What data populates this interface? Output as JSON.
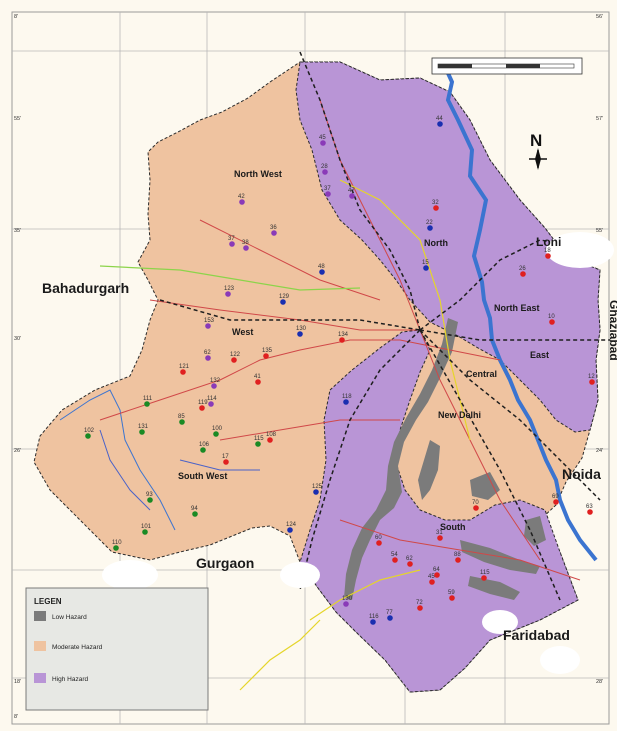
{
  "map": {
    "colors": {
      "background": "#fdf9ef",
      "moderate": "#efc3a0",
      "high": "#b995d6",
      "low": "#7b7b7b",
      "river": "#3b74d0",
      "road_red": "#d04848",
      "road_yellow": "#e5d52a",
      "road_blue": "#4a62c8",
      "road_green": "#8cd44a",
      "dot_red": "#e02020",
      "dot_blue": "#1a2fb0",
      "dot_purple": "#8a3ab8",
      "dot_green": "#1a8a24"
    },
    "places": {
      "north_west": "North West",
      "north": "North",
      "loni": "Loni",
      "bahadurgarh": "Bahadurgarh",
      "north_east": "North East",
      "ghaziabad": "Ghaziabad",
      "west": "West",
      "east": "East",
      "central": "Central",
      "new_delhi": "New Delhi",
      "south_west": "South West",
      "noida": "Noida",
      "south": "South",
      "gurgaon": "Gurgaon",
      "faridabad": "Faridabad"
    },
    "compass": {
      "label": "N",
      "icon": "compass-rose-icon"
    },
    "legend": {
      "title": "LEGEN",
      "items": [
        {
          "label": "Low Hazard",
          "color": "#7b7b7b"
        },
        {
          "label": "Moderate Hazard",
          "color": "#efc3a0"
        },
        {
          "label": "High Hazard",
          "color": "#b995d6"
        }
      ]
    },
    "coords_left": [
      "8'",
      "55'",
      "30'",
      "35'",
      "26'",
      "18'",
      "8'"
    ],
    "coords_right": [
      "56'",
      "57'",
      "55'",
      "24'",
      "28'"
    ],
    "points": [
      {
        "id": "44",
        "c": "blue"
      },
      {
        "id": "45",
        "c": "purple"
      },
      {
        "id": "28",
        "c": "purple"
      },
      {
        "id": "37",
        "c": "purple"
      },
      {
        "id": "47",
        "c": "purple"
      },
      {
        "id": "42",
        "c": "purple"
      },
      {
        "id": "32",
        "c": "red"
      },
      {
        "id": "22",
        "c": "blue"
      },
      {
        "id": "37",
        "c": "purple"
      },
      {
        "id": "38",
        "c": "purple"
      },
      {
        "id": "36",
        "c": "purple"
      },
      {
        "id": "48",
        "c": "blue"
      },
      {
        "id": "15",
        "c": "blue"
      },
      {
        "id": "26",
        "c": "red"
      },
      {
        "id": "18",
        "c": "red"
      },
      {
        "id": "123",
        "c": "purple"
      },
      {
        "id": "129",
        "c": "blue"
      },
      {
        "id": "10",
        "c": "red"
      },
      {
        "id": "153",
        "c": "purple"
      },
      {
        "id": "130",
        "c": "blue"
      },
      {
        "id": "134",
        "c": "red"
      },
      {
        "id": "62",
        "c": "purple"
      },
      {
        "id": "122",
        "c": "red"
      },
      {
        "id": "135",
        "c": "red"
      },
      {
        "id": "121",
        "c": "red"
      },
      {
        "id": "132",
        "c": "purple"
      },
      {
        "id": "41",
        "c": "red"
      },
      {
        "id": "12",
        "c": "red"
      },
      {
        "id": "114",
        "c": "purple"
      },
      {
        "id": "119",
        "c": "red"
      },
      {
        "id": "111",
        "c": "green"
      },
      {
        "id": "118",
        "c": "blue"
      },
      {
        "id": "85",
        "c": "green"
      },
      {
        "id": "131",
        "c": "green"
      },
      {
        "id": "100",
        "c": "green"
      },
      {
        "id": "102",
        "c": "green"
      },
      {
        "id": "106",
        "c": "green"
      },
      {
        "id": "115",
        "c": "green"
      },
      {
        "id": "108",
        "c": "red"
      },
      {
        "id": "17",
        "c": "red"
      },
      {
        "id": "125",
        "c": "blue"
      },
      {
        "id": "93",
        "c": "green"
      },
      {
        "id": "94",
        "c": "green"
      },
      {
        "id": "70",
        "c": "red"
      },
      {
        "id": "69",
        "c": "red"
      },
      {
        "id": "63",
        "c": "red"
      },
      {
        "id": "101",
        "c": "green"
      },
      {
        "id": "124",
        "c": "blue"
      },
      {
        "id": "60",
        "c": "red"
      },
      {
        "id": "54",
        "c": "red"
      },
      {
        "id": "62",
        "c": "red"
      },
      {
        "id": "88",
        "c": "red"
      },
      {
        "id": "110",
        "c": "green"
      },
      {
        "id": "64",
        "c": "red"
      },
      {
        "id": "45",
        "c": "red"
      },
      {
        "id": "59",
        "c": "red"
      },
      {
        "id": "130",
        "c": "purple"
      },
      {
        "id": "116",
        "c": "blue"
      },
      {
        "id": "77",
        "c": "blue"
      },
      {
        "id": "72",
        "c": "red"
      },
      {
        "id": "115",
        "c": "red"
      },
      {
        "id": "31",
        "c": "red"
      }
    ]
  }
}
